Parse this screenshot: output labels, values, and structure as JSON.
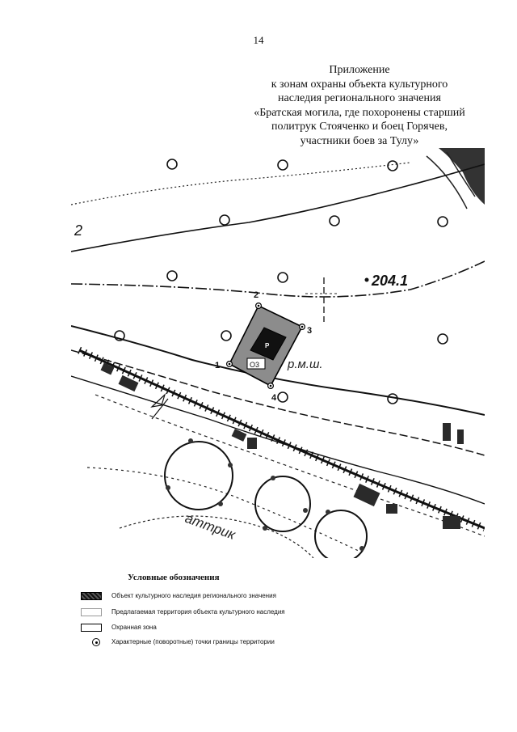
{
  "page_number": "14",
  "appendix": {
    "lines": [
      "Приложение",
      "к зонам охраны объекта культурного",
      "наследия регионального значения",
      "«Братская могила, где похоронены старший",
      "политрук Стояченко и боец Горячев,",
      "участники боев за Тулу»"
    ]
  },
  "map": {
    "labels": {
      "sheet_number": "2",
      "elevation": "204.1",
      "point_1": "1",
      "point_2": "2",
      "point_3": "3",
      "point_4": "4",
      "object_marker": "Р",
      "zone_marker": "О3",
      "river_text": "р.м.ш.",
      "street_text": "аттрик"
    },
    "colors": {
      "protection_zone": "#8c8c8c",
      "object": "#111111",
      "map_lines": "#1a1a1a"
    }
  },
  "legend": {
    "title": "Условные обозначения",
    "items": [
      {
        "label": "Объект культурного наследия регионального значения",
        "icon": "object-swatch"
      },
      {
        "label": "Предлагаемая территория объекта культурного наследия",
        "icon": "territory-swatch"
      },
      {
        "label": "Охранная зона",
        "icon": "zone-swatch"
      },
      {
        "label": "Характерные (поворотные) точки границы территории",
        "icon": "turning-point-icon"
      }
    ]
  }
}
